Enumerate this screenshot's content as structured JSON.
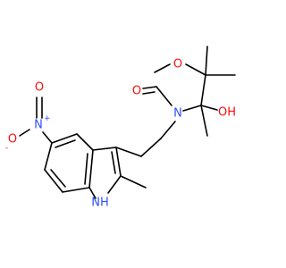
{
  "colors": {
    "bond": "#000000",
    "oxygen": "#ff0d0d",
    "nitrogen": "#3050f8",
    "carbon": "#000000"
  },
  "atoms": {
    "o_ring": "O",
    "o_carbonyl": "O",
    "n_ring": "N",
    "oh": "OH",
    "n_nitro": "N",
    "n_nitro_charge": "+",
    "o_nitro_top": "O",
    "o_nitro_minus": "O",
    "o_nitro_minus_charge": "-",
    "nh": "NH"
  }
}
